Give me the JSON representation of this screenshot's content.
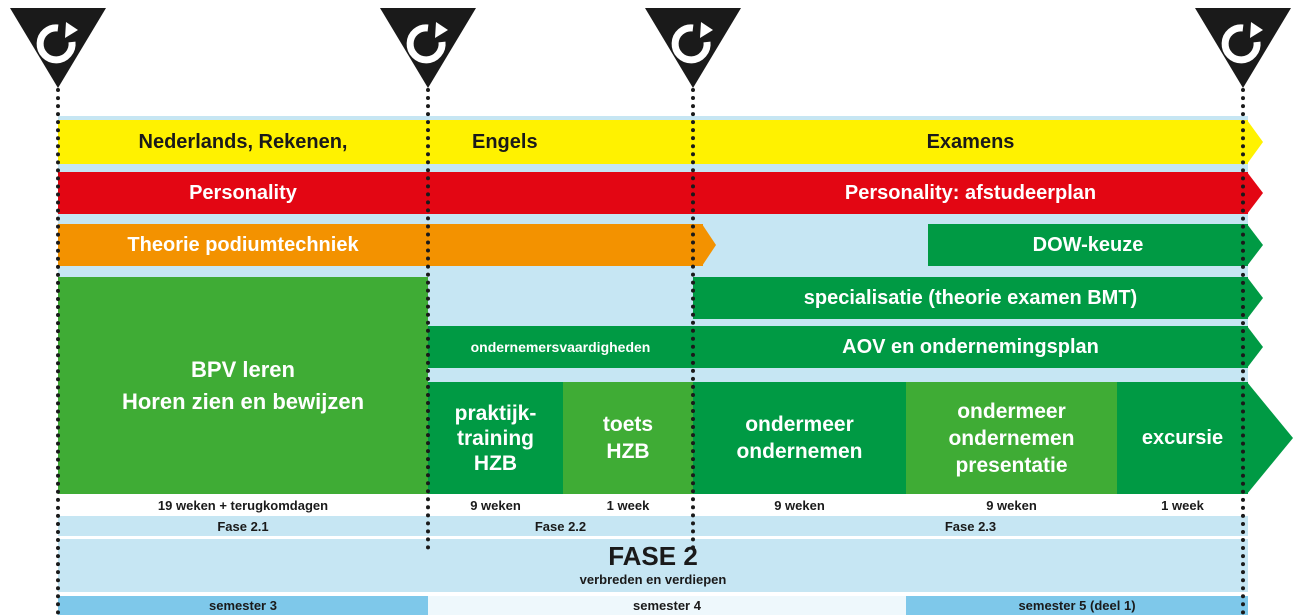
{
  "colors": {
    "yellow": "#fff200",
    "red": "#e30613",
    "orange": "#f39200",
    "green": "#009a44",
    "light_green": "#3fac35",
    "light_blue": "#c6e6f3",
    "mid_blue": "#7ec8ea",
    "pale_blue": "#eef8fc"
  },
  "markers": {
    "icon": "reload-icon",
    "count": 4
  },
  "rows": {
    "yellow": [
      "Nederlands, Rekenen,",
      "Engels",
      "Examens"
    ],
    "red": [
      "Personality",
      "Personality: afstudeerplan"
    ],
    "orange": "Theorie podiumtechniek",
    "dow": "DOW-keuze",
    "specialisatie": "specialisatie (theorie examen BMT)",
    "bpv": [
      "BPV leren",
      "Horen zien en bewijzen"
    ],
    "ondernemersvaardigheden": "ondernemersvaardigheden",
    "aov": "AOV en ondernemingsplan",
    "praktijk": [
      "praktijk-",
      "training",
      "HZB"
    ],
    "toets": [
      "toets",
      "HZB"
    ],
    "ondermeer1": [
      "ondermeer",
      "ondernemen"
    ],
    "ondermeer2": [
      "ondermeer",
      "ondernemen",
      "presentatie"
    ],
    "excursie": "excursie"
  },
  "durations": [
    "19 weken + terugkomdagen",
    "9 weken",
    "1 week",
    "9 weken",
    "9 weken",
    "1 week"
  ],
  "fases": [
    "Fase 2.1",
    "Fase 2.2",
    "Fase 2.3"
  ],
  "phase": {
    "title": "FASE 2",
    "subtitle": "verbreden en verdiepen"
  },
  "semesters": [
    "semester 3",
    "semester 4",
    "semester 5 (deel 1)"
  ]
}
